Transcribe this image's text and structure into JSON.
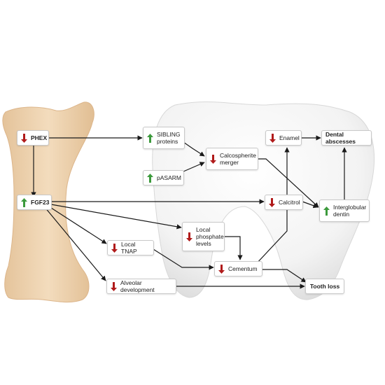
{
  "colors": {
    "up_arrow": "#3c9a3c",
    "down_arrow": "#b01a1a",
    "bone_fill": "#eccfa9",
    "tooth_fill": "#eeeeee",
    "connector": "#1a1a1a"
  },
  "nodes": {
    "phex": {
      "label": "PHEX",
      "direction": "down"
    },
    "fgf23": {
      "label": "FGF23",
      "direction": "up"
    },
    "sibling": {
      "label": "SIBLING\nproteins",
      "direction": "up"
    },
    "pasarm": {
      "label": "pASARM",
      "direction": "up"
    },
    "calcospherite": {
      "label": "Calcospherite\nmerger",
      "direction": "down"
    },
    "enamel": {
      "label": "Enamel",
      "direction": "down"
    },
    "dental_abscesses": {
      "label": "Dental abscesses",
      "direction": "none"
    },
    "calcitrol": {
      "label": "Calcitrol",
      "direction": "down"
    },
    "interglobular": {
      "label": "Interglobular\ndentin",
      "direction": "up"
    },
    "local_phosphate": {
      "label": "Local\nphosphate\nlevels",
      "direction": "down"
    },
    "local_tnap": {
      "label": "Local TNAP",
      "direction": "down"
    },
    "cementum": {
      "label": "Cementum",
      "direction": "down"
    },
    "alveolar": {
      "label": "Alveolar development",
      "direction": "down"
    },
    "tooth_loss": {
      "label": "Tooth loss",
      "direction": "none"
    }
  }
}
